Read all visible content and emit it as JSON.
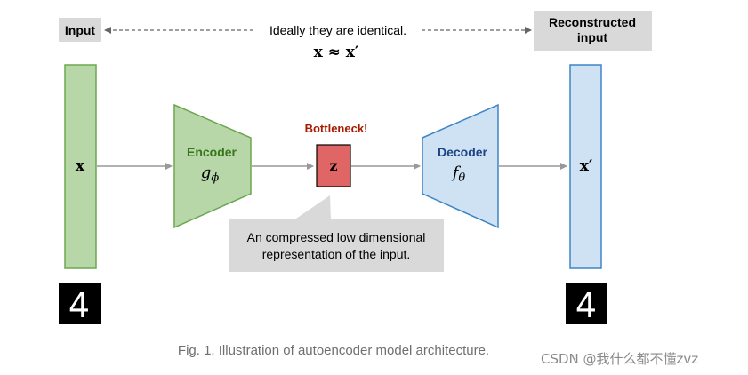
{
  "labels": {
    "input": "Input",
    "reconstructed_line1": "Reconstructed",
    "reconstructed_line2": "input",
    "identical_note": "Ideally they are identical.",
    "bottleneck": "Bottleneck!",
    "callout_line1": "An compressed low dimensional",
    "callout_line2": "representation of the input."
  },
  "encoder": {
    "label": "Encoder",
    "fn": "g",
    "sub": "ϕ"
  },
  "decoder": {
    "label": "Decoder",
    "fn": "f",
    "sub": "θ"
  },
  "math": {
    "x": "x",
    "x_prime": "x′",
    "z": "z",
    "relation": "x ≈ x′"
  },
  "digits": {
    "input": "4",
    "output": "4"
  },
  "caption": "Fig. 1. Illustration of autoencoder model architecture.",
  "watermark": "CSDN @我什么都不懂zvz",
  "colors": {
    "green_fill": "#b7d7a8",
    "green_stroke": "#6aa84f",
    "encoder_text": "#38761d",
    "blue_fill": "#cfe2f3",
    "blue_stroke": "#3d85c6",
    "decoder_text": "#1c4587",
    "z_fill": "#e06666",
    "bottleneck_text": "#a61c00",
    "gray_box": "#d9d9d9",
    "arrow": "#999999"
  }
}
